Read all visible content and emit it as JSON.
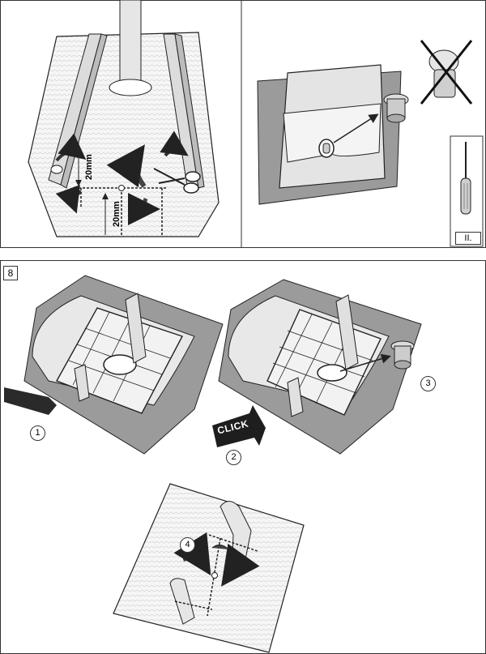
{
  "step": {
    "number": "8"
  },
  "tool": {
    "label": "II."
  },
  "dimensions": {
    "vertical": "20mm",
    "horizontal": "20mm"
  },
  "click_label": "CLICK",
  "substeps": [
    "1",
    "2",
    "3",
    "4"
  ]
}
